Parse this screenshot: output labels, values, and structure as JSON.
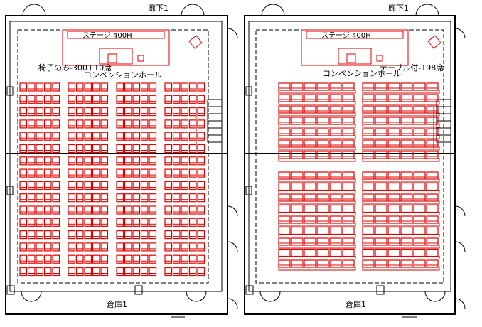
{
  "plans": [
    {
      "corridor": "廊下1",
      "storage": "倉庫1",
      "stage": "ステージ 400H",
      "layout": "椅子のみ-300+10席",
      "hall": "コンベンションホール"
    },
    {
      "corridor": "廊下1",
      "storage": "倉庫1",
      "stage": "ステージ 400H",
      "layout": "テーブル付-198席",
      "hall": "コンベンションホール"
    }
  ],
  "colors": {
    "seat": "#e00000",
    "wall": "#000000",
    "guide": "#555555"
  }
}
